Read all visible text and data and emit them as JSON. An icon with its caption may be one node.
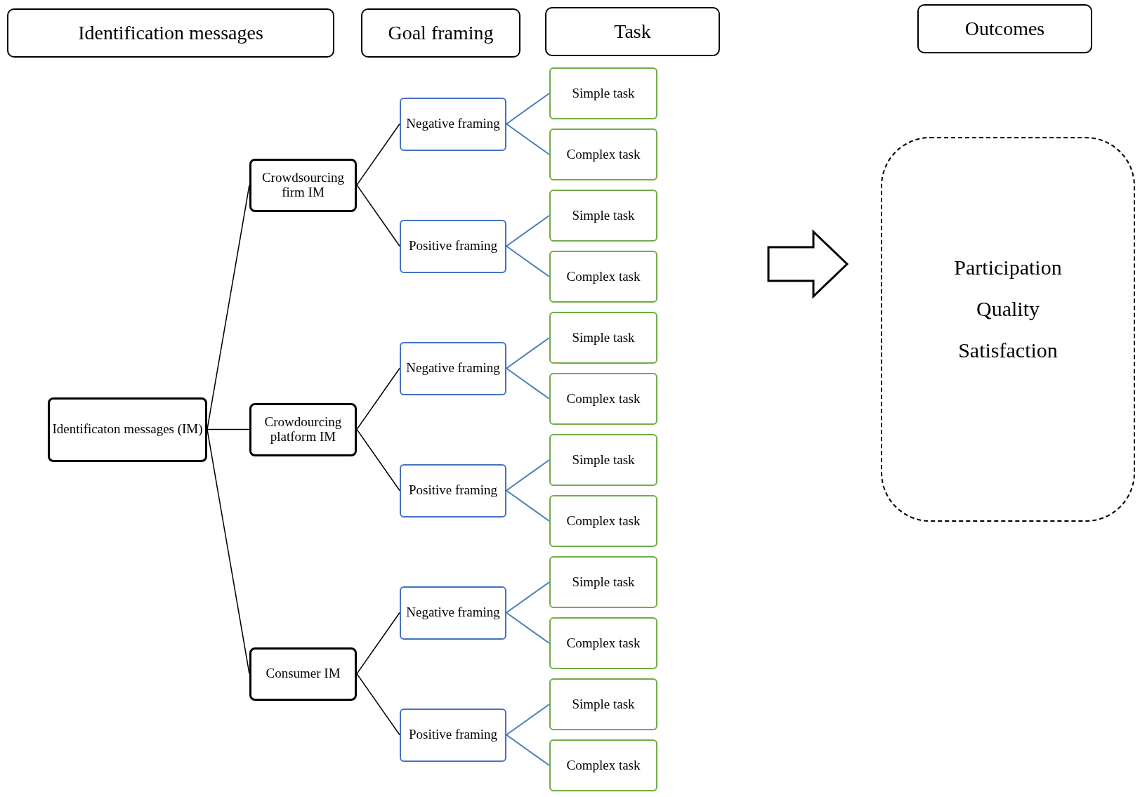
{
  "diagram": {
    "nodes": [
      {
        "text": [
          "Identification messages"
        ]
      },
      {
        "text": [
          "Goal framing"
        ]
      },
      {
        "text": [
          "Task"
        ]
      },
      {
        "text": [
          "Outcomes"
        ]
      },
      {
        "text": [
          "Identificaton messages (IM)"
        ]
      },
      {
        "text": [
          "Crowdsourcing firm IM"
        ]
      },
      {
        "text": [
          "Crowdourcing platform IM"
        ]
      },
      {
        "text": [
          "Consumer IM"
        ]
      },
      {
        "text": [
          "Negative framing"
        ]
      },
      {
        "text": [
          "Positive framing"
        ]
      },
      {
        "text": [
          "Negative framing"
        ]
      },
      {
        "text": [
          "Positive framing"
        ]
      },
      {
        "text": [
          "Negative framing"
        ]
      },
      {
        "text": [
          "Positive framing"
        ]
      },
      {
        "text": [
          "Simple task"
        ]
      },
      {
        "text": [
          "Complex task"
        ]
      },
      {
        "text": [
          "Simple task"
        ]
      },
      {
        "text": [
          "Complex task"
        ]
      },
      {
        "text": [
          "Simple task"
        ]
      },
      {
        "text": [
          "Complex task"
        ]
      },
      {
        "text": [
          "Simple task"
        ]
      },
      {
        "text": [
          "Complex task"
        ]
      },
      {
        "text": [
          "Simple task"
        ]
      },
      {
        "text": [
          "Complex task"
        ]
      },
      {
        "text": [
          "Simple task"
        ]
      },
      {
        "text": [
          "Complex task"
        ]
      },
      {
        "text": [
          "Participation",
          "Quality",
          "Satisfaction"
        ]
      }
    ],
    "edges": [
      {
        "from": 4,
        "to": 5,
        "arrow": "none",
        "color": "#000000"
      },
      {
        "from": 4,
        "to": 6,
        "arrow": "none",
        "color": "#000000"
      },
      {
        "from": 4,
        "to": 7,
        "arrow": "none",
        "color": "#000000"
      },
      {
        "from": 5,
        "to": 8,
        "arrow": "none",
        "color": "#000000"
      },
      {
        "from": 5,
        "to": 9,
        "arrow": "none",
        "color": "#000000"
      },
      {
        "from": 6,
        "to": 10,
        "arrow": "none",
        "color": "#000000"
      },
      {
        "from": 6,
        "to": 11,
        "arrow": "none",
        "color": "#000000"
      },
      {
        "from": 7,
        "to": 12,
        "arrow": "none",
        "color": "#000000"
      },
      {
        "from": 7,
        "to": 13,
        "arrow": "none",
        "color": "#000000"
      },
      {
        "from": 8,
        "to": 14,
        "arrow": "none"
      },
      {
        "from": 8,
        "to": 15,
        "arrow": "none"
      },
      {
        "from": 9,
        "to": 16,
        "arrow": "none"
      },
      {
        "from": 9,
        "to": 17,
        "arrow": "none"
      },
      {
        "from": 10,
        "to": 18,
        "arrow": "none"
      },
      {
        "from": 10,
        "to": 19,
        "arrow": "none"
      },
      {
        "from": 11,
        "to": 20,
        "arrow": "none"
      },
      {
        "from": 11,
        "to": 21,
        "arrow": "none"
      },
      {
        "from": 12,
        "to": 22,
        "arrow": "none"
      },
      {
        "from": 12,
        "to": 23,
        "arrow": "none"
      },
      {
        "from": 13,
        "to": 24,
        "arrow": "none"
      },
      {
        "from": 13,
        "to": 25,
        "arrow": "none"
      },
      {
        "from": null,
        "to": 26,
        "arrow": "to",
        "color": "#000000",
        "style": "thick"
      }
    ]
  }
}
